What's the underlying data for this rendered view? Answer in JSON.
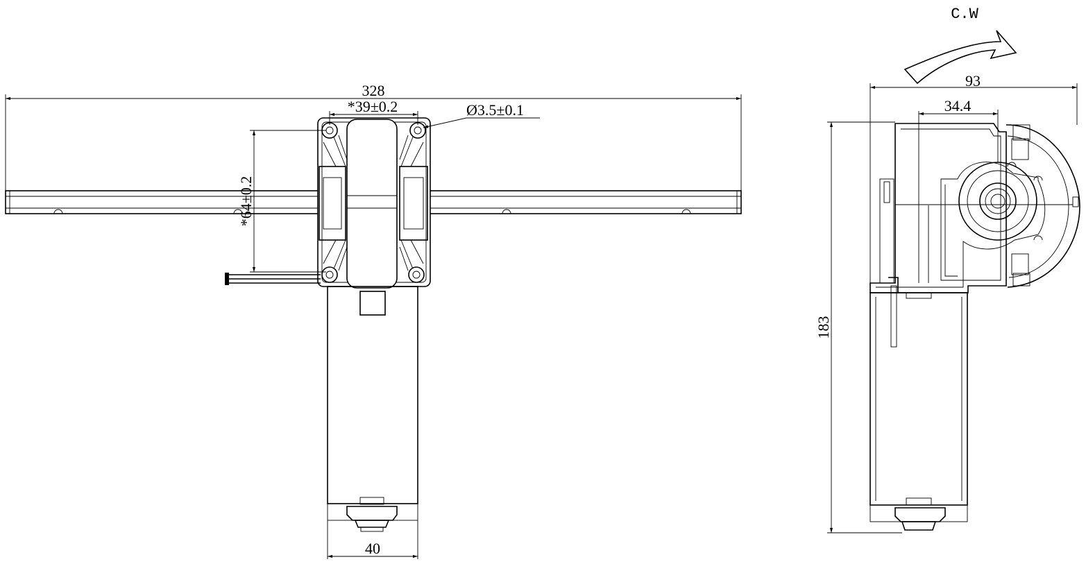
{
  "drawing": {
    "front_view": {
      "dim_overall_length": "328",
      "dim_hole_spacing_h": "*39±0.2",
      "dim_hole_diameter": "Ø3.5±0.1",
      "dim_hole_spacing_v": "*64±0.2",
      "dim_motor_width": "40"
    },
    "side_view": {
      "rotation_label": "C.W",
      "dim_overall_width": "93",
      "dim_shaft_offset": "34.4",
      "dim_overall_height": "183"
    }
  }
}
